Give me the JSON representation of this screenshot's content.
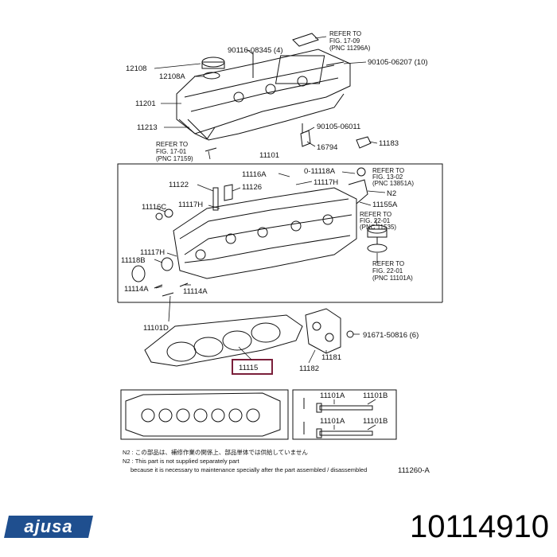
{
  "labels": {
    "l12108": "12108",
    "l12108A": "12108A",
    "l11201": "11201",
    "l11213": "11213",
    "l90116": "90116-08345 (4)",
    "refer1_a": "REFER TO",
    "refer1_b": "FIG. 17-09",
    "refer1_c": "(PNC 11296A)",
    "l90105a": "90105-06207 (10)",
    "l90105b": "90105-06011",
    "l16794": "16794",
    "l11183": "11183",
    "refer2_a": "REFER TO",
    "refer2_b": "FIG. 17-01",
    "refer2_c": "(PNC 17159)",
    "l11101": "11101",
    "l11122": "11122",
    "l11116A": "11116A",
    "l11126": "11126",
    "l11117H_a": "11117H",
    "l11118A": "0-11118A",
    "refer3_a": "REFER TO",
    "refer3_b": "FIG. 13-02",
    "refer3_c": "(PNC 13851A)",
    "lN2a": "N2",
    "l11155A": "11155A",
    "refer4_a": "REFER TO",
    "refer4_b": "FIG. 22-01",
    "refer4_c": "(PNC 11535)",
    "l11116C": "11116C",
    "l11117H_b": "11117H",
    "l11117H_c": "11117H",
    "l11118B": "11118B",
    "refer5_a": "REFER TO",
    "refer5_b": "FIG. 22-01",
    "refer5_c": "(PNC 11101A)",
    "l11114A_a": "11114A",
    "l11114A_b": "11114A",
    "l11101D": "11101D",
    "l91671": "91671-50816 (6)",
    "l11181": "11181",
    "l11115": "11115",
    "l11182": "11182",
    "l11101A_a": "11101A",
    "l11101B_a": "11101B",
    "l11101A_b": "11101A",
    "l11101B_b": "11101B"
  },
  "notes": {
    "n2_jp": "N2 : この部品は、補修作業の関係上、部品単体では供給していません",
    "n2_en": "N2 : This part is not supplied separately part",
    "n2_reason": "because it is necessary to maintenance specially after the part assembled / disassembled",
    "code": "111260-A"
  },
  "brand": {
    "logo": "ajusa",
    "part_number": "10114910",
    "logo_color": "#1f4f8f"
  },
  "highlight_color": "#7a1f3a"
}
